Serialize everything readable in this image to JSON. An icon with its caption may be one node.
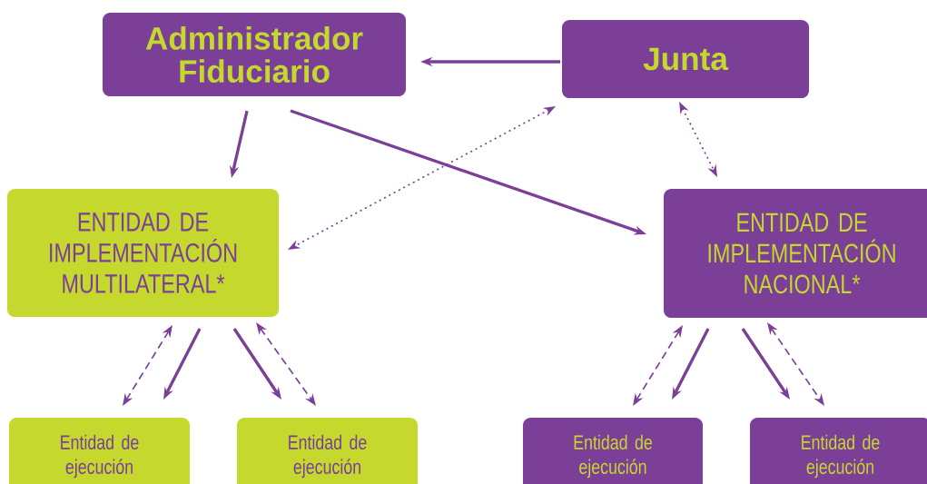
{
  "diagram": {
    "nodes": [
      {
        "text": [
          "Administrador Fiduciario"
        ]
      },
      {
        "text": [
          "Junta"
        ]
      },
      {
        "text": [
          "ENTIDAD DE IMPLEMENTACIÓN MULTILATERAL*"
        ]
      },
      {
        "text": [
          "ENTIDAD DE IMPLEMENTACIÓN NACIONAL*"
        ]
      },
      {
        "text": [
          "Entidad de ejecución"
        ]
      },
      {
        "text": [
          "Entidad de ejecución"
        ]
      },
      {
        "text": [
          "Entidad de ejecución"
        ]
      },
      {
        "text": [
          "Entidad de ejecución"
        ]
      }
    ],
    "edges": [
      {
        "from": 1,
        "to": 0,
        "arrow": "to"
      },
      {
        "from": 0,
        "to": 2,
        "arrow": "to"
      },
      {
        "from": 0,
        "to": 3,
        "arrow": "to"
      },
      {
        "from": 1,
        "to": 2,
        "arrow": "both",
        "style": "dashed"
      },
      {
        "from": 1,
        "to": 3,
        "arrow": "both",
        "style": "dashed"
      },
      {
        "from": 2,
        "to": 4,
        "arrow": "to"
      },
      {
        "from": 2,
        "to": 4,
        "arrow": "both",
        "style": "dashed"
      },
      {
        "from": 2,
        "to": 5,
        "arrow": "to"
      },
      {
        "from": 2,
        "to": 5,
        "arrow": "both",
        "style": "dashed"
      },
      {
        "from": 3,
        "to": 6,
        "arrow": "to"
      },
      {
        "from": 3,
        "to": 6,
        "arrow": "both",
        "style": "dashed"
      },
      {
        "from": 3,
        "to": 7,
        "arrow": "to"
      },
      {
        "from": 3,
        "to": 7,
        "arrow": "both",
        "style": "dashed"
      }
    ]
  }
}
